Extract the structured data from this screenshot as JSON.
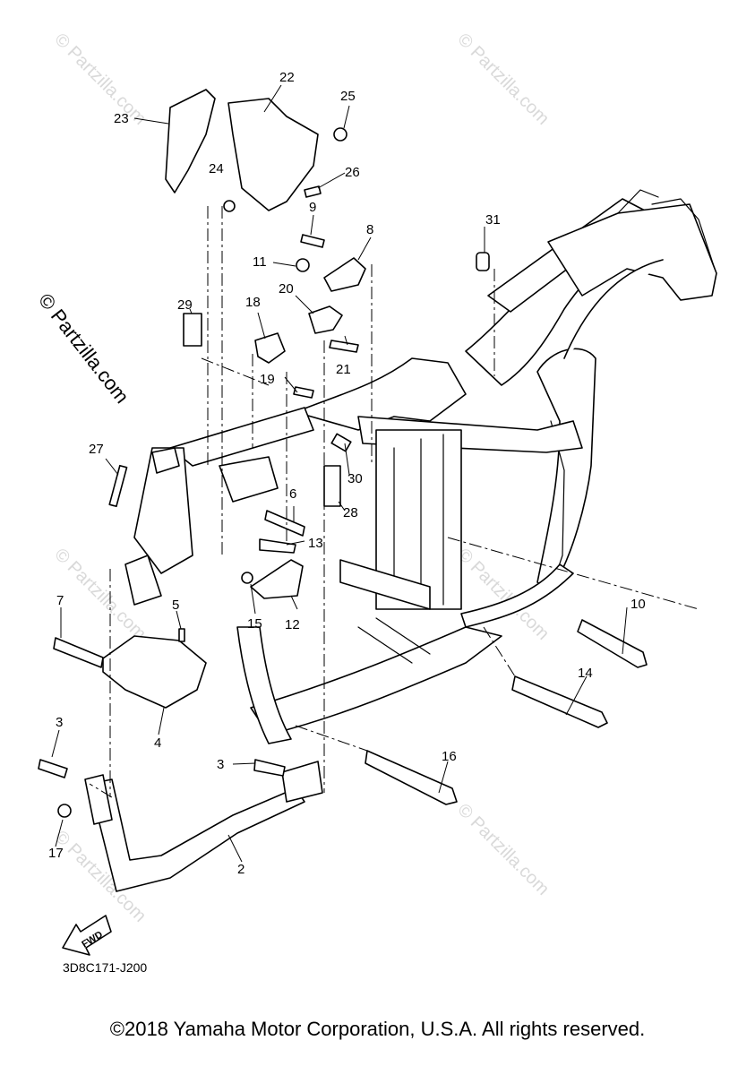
{
  "diagram": {
    "reference_code": "3D8C171-J200",
    "copyright": "©2018 Yamaha Motor Corporation, U.S.A. All rights reserved.",
    "watermark": "© Partzilla.com",
    "fwd_label": "FWD",
    "callouts": [
      "2",
      "3",
      "3",
      "4",
      "5",
      "6",
      "7",
      "8",
      "9",
      "10",
      "11",
      "12",
      "13",
      "14",
      "15",
      "16",
      "17",
      "18",
      "19",
      "20",
      "21",
      "22",
      "23",
      "24",
      "25",
      "26",
      "27",
      "28",
      "29",
      "30",
      "31"
    ]
  }
}
